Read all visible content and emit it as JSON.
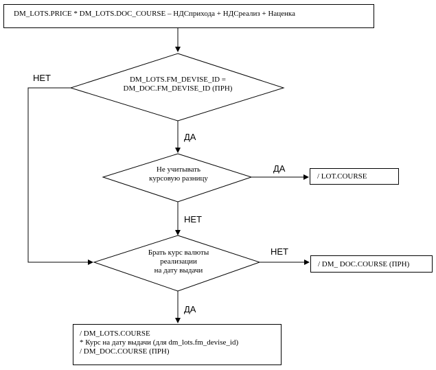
{
  "nodes": {
    "formula": "DM_LOTS.PRICE * DM_LOTS.DOC_COURSE – НДСприхода + НДСреализ + Наценка",
    "decision1": [
      "DM_LOTS.FM_DEVISE_ID =",
      "DM_DOC.FM_DEVISE_ID (ПРН)"
    ],
    "decision2": [
      "Не учитывать",
      "курсовую разницу"
    ],
    "decision3": [
      "Брать курс валюты",
      "реализации",
      "на дату выдачи"
    ],
    "lot_course": "/ LOT.COURSE",
    "doc_course": "/ DM_ DOC.COURSE (ПРН)",
    "final": [
      "/ DM_LOTS.COURSE",
      "* Курс на дату выдачи (для dm_lots.fm_devise_id)",
      "/ DM_DOC.COURSE (ПРН)"
    ]
  },
  "edge_labels": {
    "d1_no": "НЕТ",
    "d1_yes": "ДА",
    "d2_yes": "ДА",
    "d2_no": "НЕТ",
    "d3_no": "НЕТ",
    "d3_yes": "ДА"
  }
}
